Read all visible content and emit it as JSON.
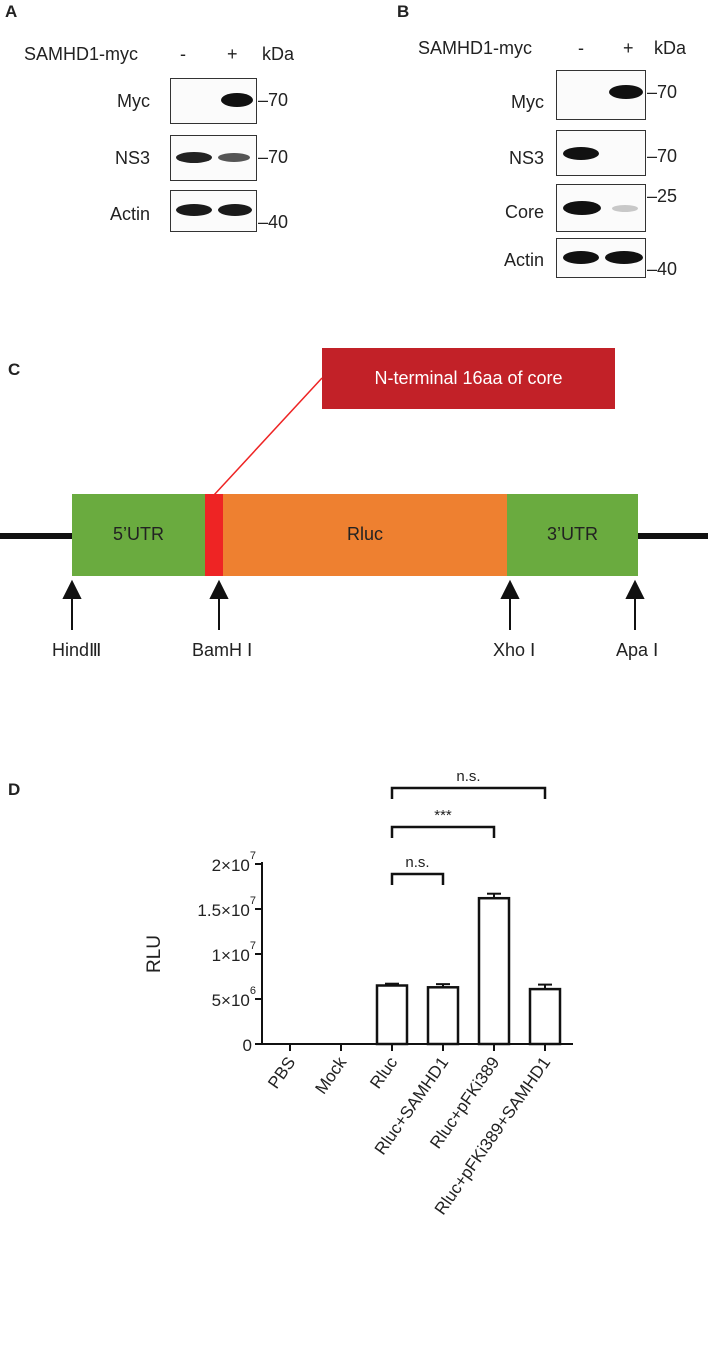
{
  "panel_a": {
    "label": "A",
    "header": {
      "construct": "SAMHD1-myc",
      "minus": "-",
      "plus": "+",
      "unit": "kDa"
    },
    "blots": [
      {
        "name": "Myc",
        "marker": "70"
      },
      {
        "name": "NS3",
        "marker": "70"
      },
      {
        "name": "Actin",
        "marker": "40"
      }
    ]
  },
  "panel_b": {
    "label": "B",
    "header": {
      "construct": "SAMHD1-myc",
      "minus": "-",
      "plus": "+",
      "unit": "kDa"
    },
    "blots": [
      {
        "name": "Myc",
        "marker": "70"
      },
      {
        "name": "NS3",
        "marker": "70"
      },
      {
        "name": "Core",
        "marker": "25"
      },
      {
        "name": "Actin",
        "marker": "40"
      }
    ]
  },
  "panel_c": {
    "label": "C",
    "callout": "N-terminal 16aa of core",
    "segments": [
      {
        "label": "5’UTR",
        "color": "#6aab3f"
      },
      {
        "label": "",
        "color": "#ee2424"
      },
      {
        "label": "Rluc",
        "color": "#ee8030"
      },
      {
        "label": "3’UTR",
        "color": "#6aab3f"
      }
    ],
    "sites": [
      "HindⅢ",
      "BamH Ⅰ",
      "Xho Ⅰ",
      "Apa Ⅰ"
    ],
    "callout_color": "#c22128"
  },
  "panel_d": {
    "label": "D",
    "chart_data": {
      "type": "bar",
      "ylabel": "RLU",
      "ylim": [
        0,
        20000000
      ],
      "yticks": [
        {
          "value": 0,
          "label": "0",
          "exp": ""
        },
        {
          "value": 5000000,
          "label": "5×10",
          "exp": "6"
        },
        {
          "value": 10000000,
          "label": "1×10",
          "exp": "7"
        },
        {
          "value": 15000000,
          "label": "1.5×10",
          "exp": "7"
        },
        {
          "value": 20000000,
          "label": "2×10",
          "exp": "7"
        }
      ],
      "categories": [
        "PBS",
        "Mock",
        "Rluc",
        "Rluc+SAMHD1",
        "Rluc+pFKi389",
        "Rluc+pFKi389+SAMHD1"
      ],
      "values": [
        0,
        0,
        6500000,
        6300000,
        16200000,
        6100000
      ],
      "errors": [
        0,
        0,
        200000,
        350000,
        500000,
        500000
      ],
      "comparisons": [
        {
          "from": 2,
          "to": 3,
          "label": "n.s."
        },
        {
          "from": 2,
          "to": 4,
          "label": "***"
        },
        {
          "from": 2,
          "to": 5,
          "label": "n.s."
        }
      ]
    }
  }
}
